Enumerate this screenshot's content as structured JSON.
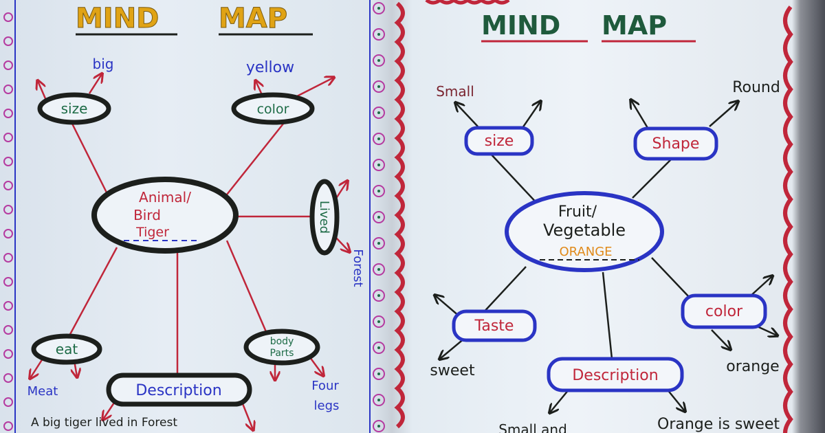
{
  "left_page": {
    "title_word1": "MIND",
    "title_word2": "MAP",
    "center": {
      "line1": "Animal/",
      "line2": "Bird",
      "topic": "Tiger"
    },
    "nodes": {
      "size": "size",
      "color": "color",
      "lived": "Lived",
      "eat": "eat",
      "body_line1": "body",
      "body_line2": "Parts",
      "description": "Description"
    },
    "leaves": {
      "big": "big",
      "yellow": "yellow",
      "forest": "Forest",
      "meat": "Meat",
      "four": "Four",
      "legs": "legs"
    },
    "sentence": "A big tiger lived in Forest"
  },
  "right_page": {
    "title_word1": "MIND",
    "title_word2": "MAP",
    "center": {
      "line1": "Fruit/",
      "line2": "Vegetable",
      "topic": "ORANGE"
    },
    "nodes": {
      "size": "size",
      "shape": "Shape",
      "taste": "Taste",
      "color": "color",
      "description": "Description"
    },
    "leaves": {
      "small": "Small",
      "round": "Round",
      "sweet": "sweet",
      "orange": "orange"
    },
    "desc1": "Small and",
    "desc2": "Orange is sweet"
  },
  "colors": {
    "left_title": "#e0a315",
    "right_title": "#1f5a3c",
    "red_ink": "#c0263a",
    "blue_ink": "#2a34c4",
    "black_ink": "#1c1f1c",
    "green_ink": "#1d6b46",
    "orange_ink": "#e08a1a",
    "maroon_ink": "#7a2530"
  }
}
